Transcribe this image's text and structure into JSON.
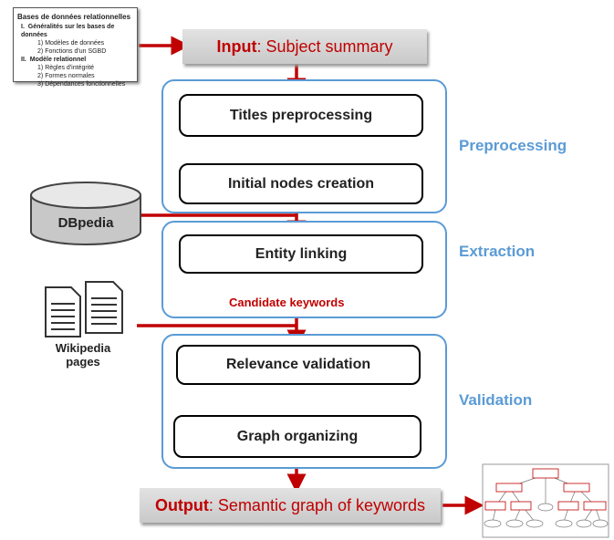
{
  "summary_doc": {
    "title": "Bases de données relationnelles",
    "items": [
      {
        "num": "I.",
        "text": "Généralités sur les bases de données",
        "level": 1
      },
      {
        "num": "1)",
        "text": "Modèles de données",
        "level": 2
      },
      {
        "num": "2)",
        "text": "Fonctions d'un SGBD",
        "level": 2
      },
      {
        "num": "II.",
        "text": "Modèle relationnel",
        "level": 1
      },
      {
        "num": "1)",
        "text": "Règles d'intégrité",
        "level": 2
      },
      {
        "num": "2)",
        "text": "Formes normales",
        "level": 2
      },
      {
        "num": "3)",
        "text": "Dépendances fonctionnelles",
        "level": 2
      }
    ]
  },
  "input": {
    "prefix": "Input",
    "text": " : Subject summary"
  },
  "output": {
    "prefix": "Output",
    "text": " : Semantic graph of keywords"
  },
  "stages": {
    "preprocessing": "Preprocessing",
    "extraction": "Extraction",
    "validation": "Validation"
  },
  "nodes": {
    "titles": "Titles preprocessing",
    "initial": "Initial nodes creation",
    "entity": "Entity linking",
    "relevance": "Relevance validation",
    "graph": "Graph organizing"
  },
  "candidate_label": "Candidate keywords",
  "sources": {
    "dbpedia": "DBpedia",
    "wikipedia": "Wikipedia pages"
  },
  "colors": {
    "arrow": "#c00000",
    "stage": "#5b9bd5",
    "io_text": "#c00000"
  }
}
